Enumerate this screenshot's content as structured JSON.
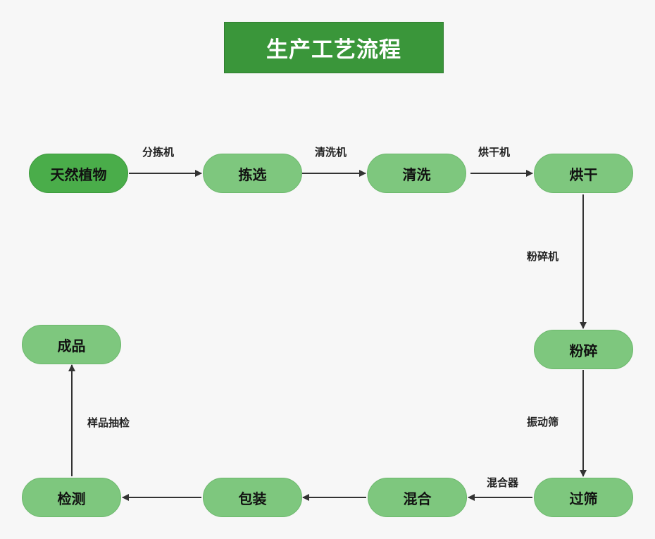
{
  "title": "生产工艺流程",
  "nodes": {
    "tianran": "天然植物",
    "jianxuan": "拣选",
    "qingxi": "清洗",
    "honggan": "烘干",
    "fensui": "粉碎",
    "guoshai": "过筛",
    "hunhe": "混合",
    "baozhuang": "包装",
    "jiance": "检测",
    "chengpin": "成品"
  },
  "edge_labels": {
    "fenjianji": "分拣机",
    "qingxiji": "清洗机",
    "hongganji": "烘干机",
    "fensuiji": "粉碎机",
    "zhendongshai": "振动筛",
    "hunheqi": "混合器",
    "yangpinchoujian": "样品抽检"
  },
  "colors": {
    "title_bg": "#3a963a",
    "node": "#7ec77e",
    "start_node": "#4aad4a",
    "arrow": "#333333"
  }
}
